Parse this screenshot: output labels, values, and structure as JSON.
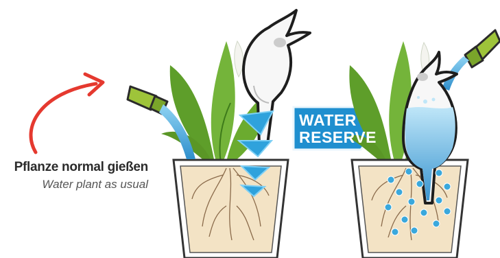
{
  "caption": {
    "german": "Pflanze normal gießen",
    "english": "Water plant as usual"
  },
  "badge": {
    "line1": "WATER",
    "line2": "RESERVE"
  },
  "colors": {
    "arrow": "#e5392f",
    "hose_green": "#9ec43a",
    "water_blue": "#3aa8dc",
    "badge_blue": "#1f8fcf",
    "leaf_green": "#6bab2f",
    "soil": "#f3e3c5",
    "pot_outline": "#333333"
  },
  "icons": [
    "red-curved-arrow",
    "garden-hose",
    "potted-plant",
    "watering-bulb",
    "water-droplets"
  ]
}
